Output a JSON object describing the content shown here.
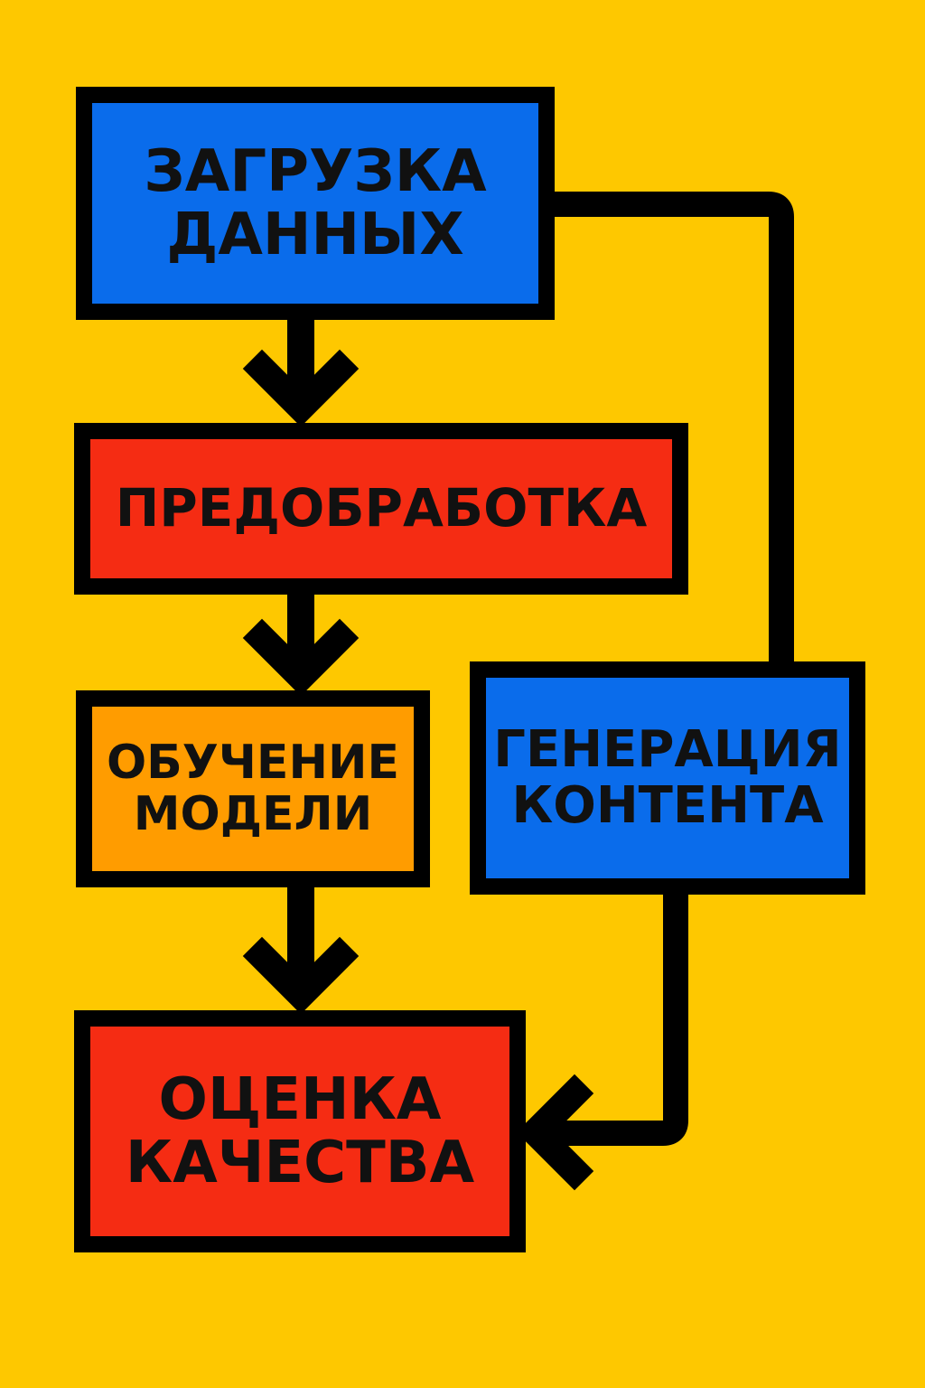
{
  "colors": {
    "background": "#FEC800",
    "blue": "#0A6CEB",
    "red": "#F52C13",
    "orange": "#FF9C00",
    "stroke": "#000000"
  },
  "nodes": {
    "load": {
      "line1": "ЗАГРУЗКА",
      "line2": "ДАННЫХ",
      "color": "#0A6CEB"
    },
    "prep": {
      "line1": "ПРЕДОБРАБОТКА",
      "color": "#F52C13"
    },
    "train": {
      "line1": "ОБУЧЕНИЕ",
      "line2": "МОДЕЛИ",
      "color": "#FF9C00"
    },
    "gen": {
      "line1": "ГЕНЕРАЦИЯ",
      "line2": "КОНТЕНТА",
      "color": "#0A6CEB"
    },
    "eval": {
      "line1": "ОЦЕНКА",
      "line2": "КАЧЕСТВА",
      "color": "#F52C13"
    }
  },
  "edges": [
    {
      "from": "load",
      "to": "prep"
    },
    {
      "from": "prep",
      "to": "train"
    },
    {
      "from": "train",
      "to": "eval"
    },
    {
      "from": "load",
      "to": "gen"
    },
    {
      "from": "gen",
      "to": "eval"
    }
  ]
}
